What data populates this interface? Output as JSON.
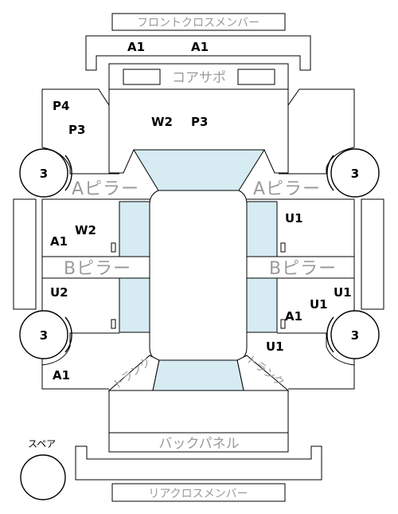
{
  "diagram": {
    "front_member_label": "フロントクロスメンバー",
    "rear_member_label": "リアクロスメンバー",
    "core_support_label": "コアサポ",
    "back_panel_label": "バックパネル",
    "a_pillar_label": "Aピラー",
    "b_pillar_label": "Bピラー",
    "trunk_label": "トランク",
    "spare_label": "スペア",
    "wheel_label": "3",
    "codes": {
      "front_left": "A1",
      "front_right": "A1",
      "front_left_p4": "P4",
      "front_left_p3": "P3",
      "hood_w2": "W2",
      "hood_p3": "P3",
      "left_front_door_w2": "W2",
      "left_front_door_a1": "A1",
      "left_rear_door_u2": "U2",
      "rear_left_a1": "A1",
      "right_front_door_u1": "U1",
      "right_rear_u1_a": "U1",
      "right_rear_u1_b": "U1",
      "right_rear_a1": "A1",
      "right_rear_u1_c": "U1"
    }
  }
}
